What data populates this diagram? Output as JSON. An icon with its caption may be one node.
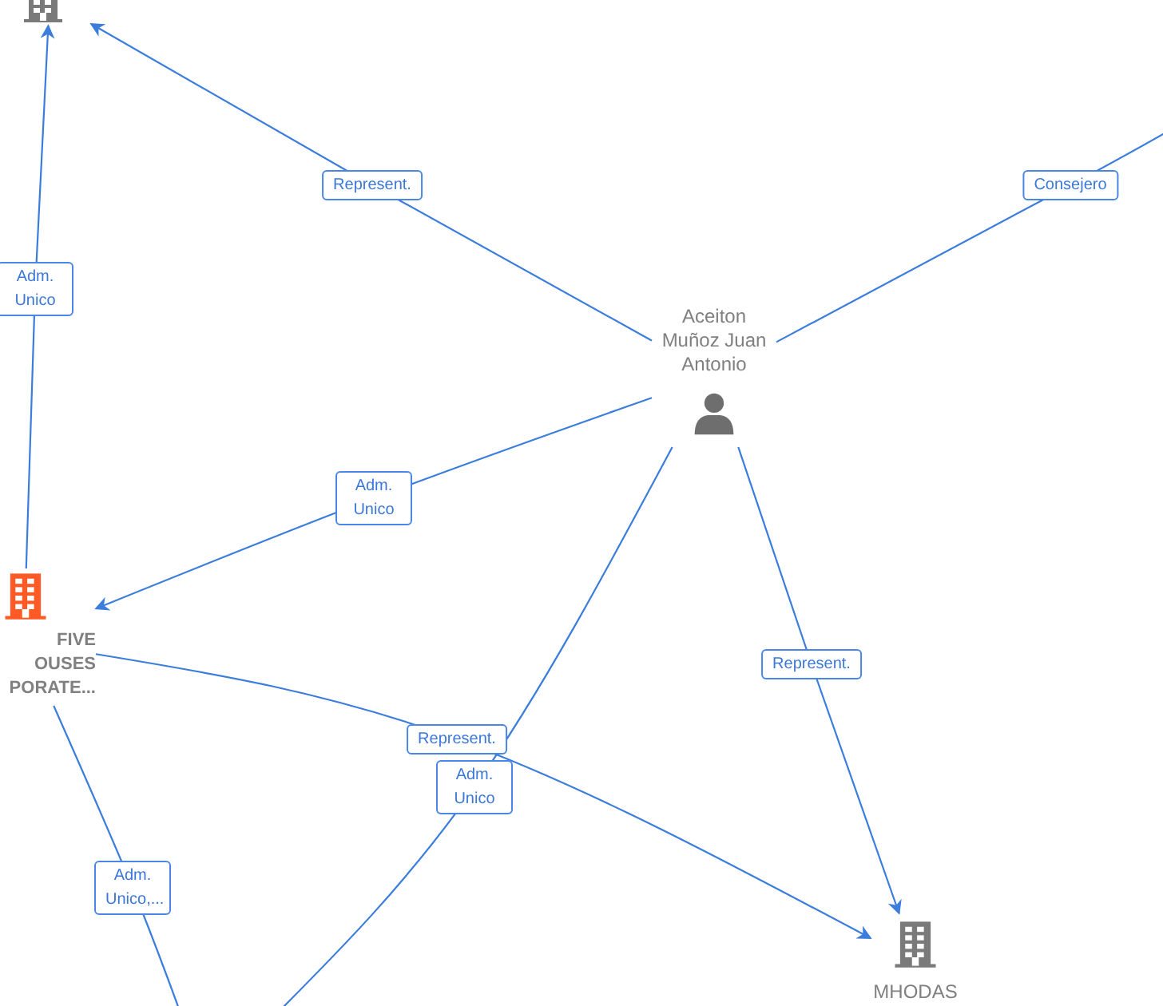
{
  "diagram": {
    "nodes": [
      {
        "text": [],
        "shape": "building"
      },
      {
        "text": [
          "Aceiton Muñoz Juan Antonio"
        ]
      },
      {
        "text": [
          "FIVE OUSES PORATE..."
        ]
      },
      {
        "text": [
          "MHODAS"
        ]
      }
    ],
    "edges": [
      {
        "from": 2,
        "to": 0,
        "arrow": "to",
        "label": "Adm. Unico"
      },
      {
        "from": 1,
        "to": 0,
        "arrow": "to",
        "label": "Represent."
      },
      {
        "from": 1,
        "to": null,
        "arrow": "none",
        "label": "Consejero"
      },
      {
        "from": 1,
        "to": 2,
        "arrow": "to",
        "label": "Adm. Unico"
      },
      {
        "from": 1,
        "to": 3,
        "arrow": "to",
        "label": "Represent."
      },
      {
        "from": 2,
        "to": 3,
        "arrow": "to",
        "label": "Represent."
      },
      {
        "from": 1,
        "to": null,
        "arrow": "none",
        "label": "Adm. Unico"
      },
      {
        "from": 2,
        "to": null,
        "arrow": "none",
        "label": "Adm. Unico,..."
      }
    ]
  }
}
